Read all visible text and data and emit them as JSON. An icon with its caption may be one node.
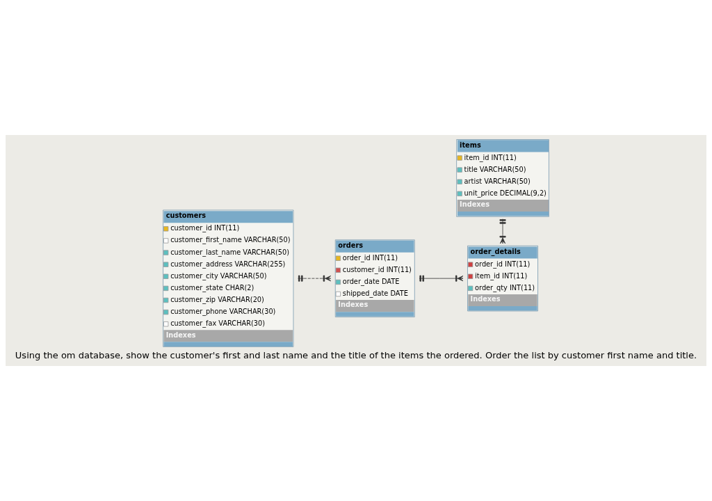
{
  "diagram": {
    "caption": "Using the om database, show the customer's first and last name and the title of the items the ordered. Order the list by customer first name and title.",
    "nodes": [
      {
        "text": [
          "customers",
          "customer_id INT(11)",
          "customer_first_name VARCHAR(50)",
          "customer_last_name VARCHAR(50)",
          "customer_address VARCHAR(255)",
          "customer_city VARCHAR(50)",
          "customer_state CHAR(2)",
          "customer_zip VARCHAR(20)",
          "customer_phone VARCHAR(30)",
          "customer_fax VARCHAR(30)",
          "Indexes"
        ]
      },
      {
        "text": [
          "orders",
          "order_id INT(11)",
          "customer_id INT(11)",
          "order_date DATE",
          "shipped_date DATE",
          "Indexes"
        ]
      },
      {
        "text": [
          "order_details",
          "order_id INT(11)",
          "item_id INT(11)",
          "order_qty INT(11)",
          "Indexes"
        ]
      },
      {
        "text": [
          "items",
          "item_id INT(11)",
          "title VARCHAR(50)",
          "artist VARCHAR(50)",
          "unit_price DECIMAL(9,2)",
          "Indexes"
        ]
      }
    ],
    "edges": [
      {
        "from": 0,
        "to": 1,
        "arrow": "other",
        "style": "dashed"
      },
      {
        "from": 1,
        "to": 2,
        "arrow": "other"
      },
      {
        "from": 3,
        "to": 2,
        "arrow": "other"
      }
    ]
  }
}
